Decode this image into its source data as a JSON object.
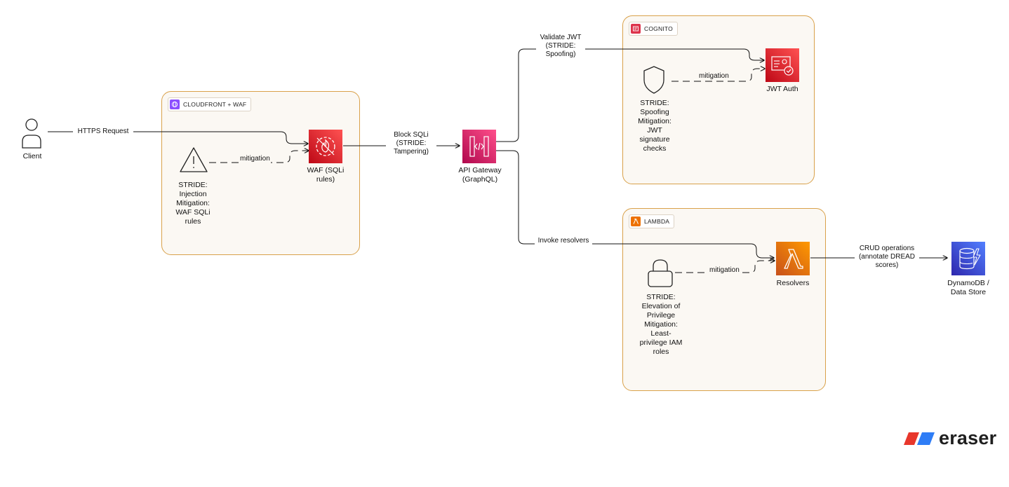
{
  "nodes": {
    "client": "Client",
    "waf": "WAF (SQLi\nrules)",
    "api_gateway": "API Gateway\n(GraphQL)",
    "jwt_auth": "JWT Auth",
    "resolvers": "Resolvers",
    "dynamodb": "DynamoDB /\nData Store"
  },
  "groups": {
    "cloudfront": "CLOUDFRONT + WAF",
    "cognito": "COGNITO",
    "lambda": "LAMBDA"
  },
  "threats": {
    "injection": "STRIDE:\nInjection\nMitigation:\nWAF SQLi\nrules",
    "spoofing": "STRIDE:\nSpoofing\nMitigation:\nJWT\nsignature\nchecks",
    "elevation": "STRIDE:\nElevation of\nPrivilege\nMitigation:\nLeast-\nprivilege IAM\nroles"
  },
  "edges": {
    "https_request": "HTTPS Request",
    "block_sqli": "Block SQLi\n(STRIDE:\nTampering)",
    "validate_jwt": "Validate JWT\n(STRIDE:\nSpoofing)",
    "invoke_resolvers": "Invoke resolvers",
    "crud": "CRUD operations\n(annotate DREAD\nscores)",
    "mitigation": "mitigation"
  },
  "brand": "eraser",
  "colors": {
    "group_border": "#d9a14a",
    "group_fill": "#fbf8f3",
    "waf_red": "#dd344c",
    "apigw_pink": "#e7157b",
    "lambda_orange": "#ed7100",
    "dynamodb_blue": "#4a56d6",
    "cloudfront_purple": "#8c4fff"
  }
}
